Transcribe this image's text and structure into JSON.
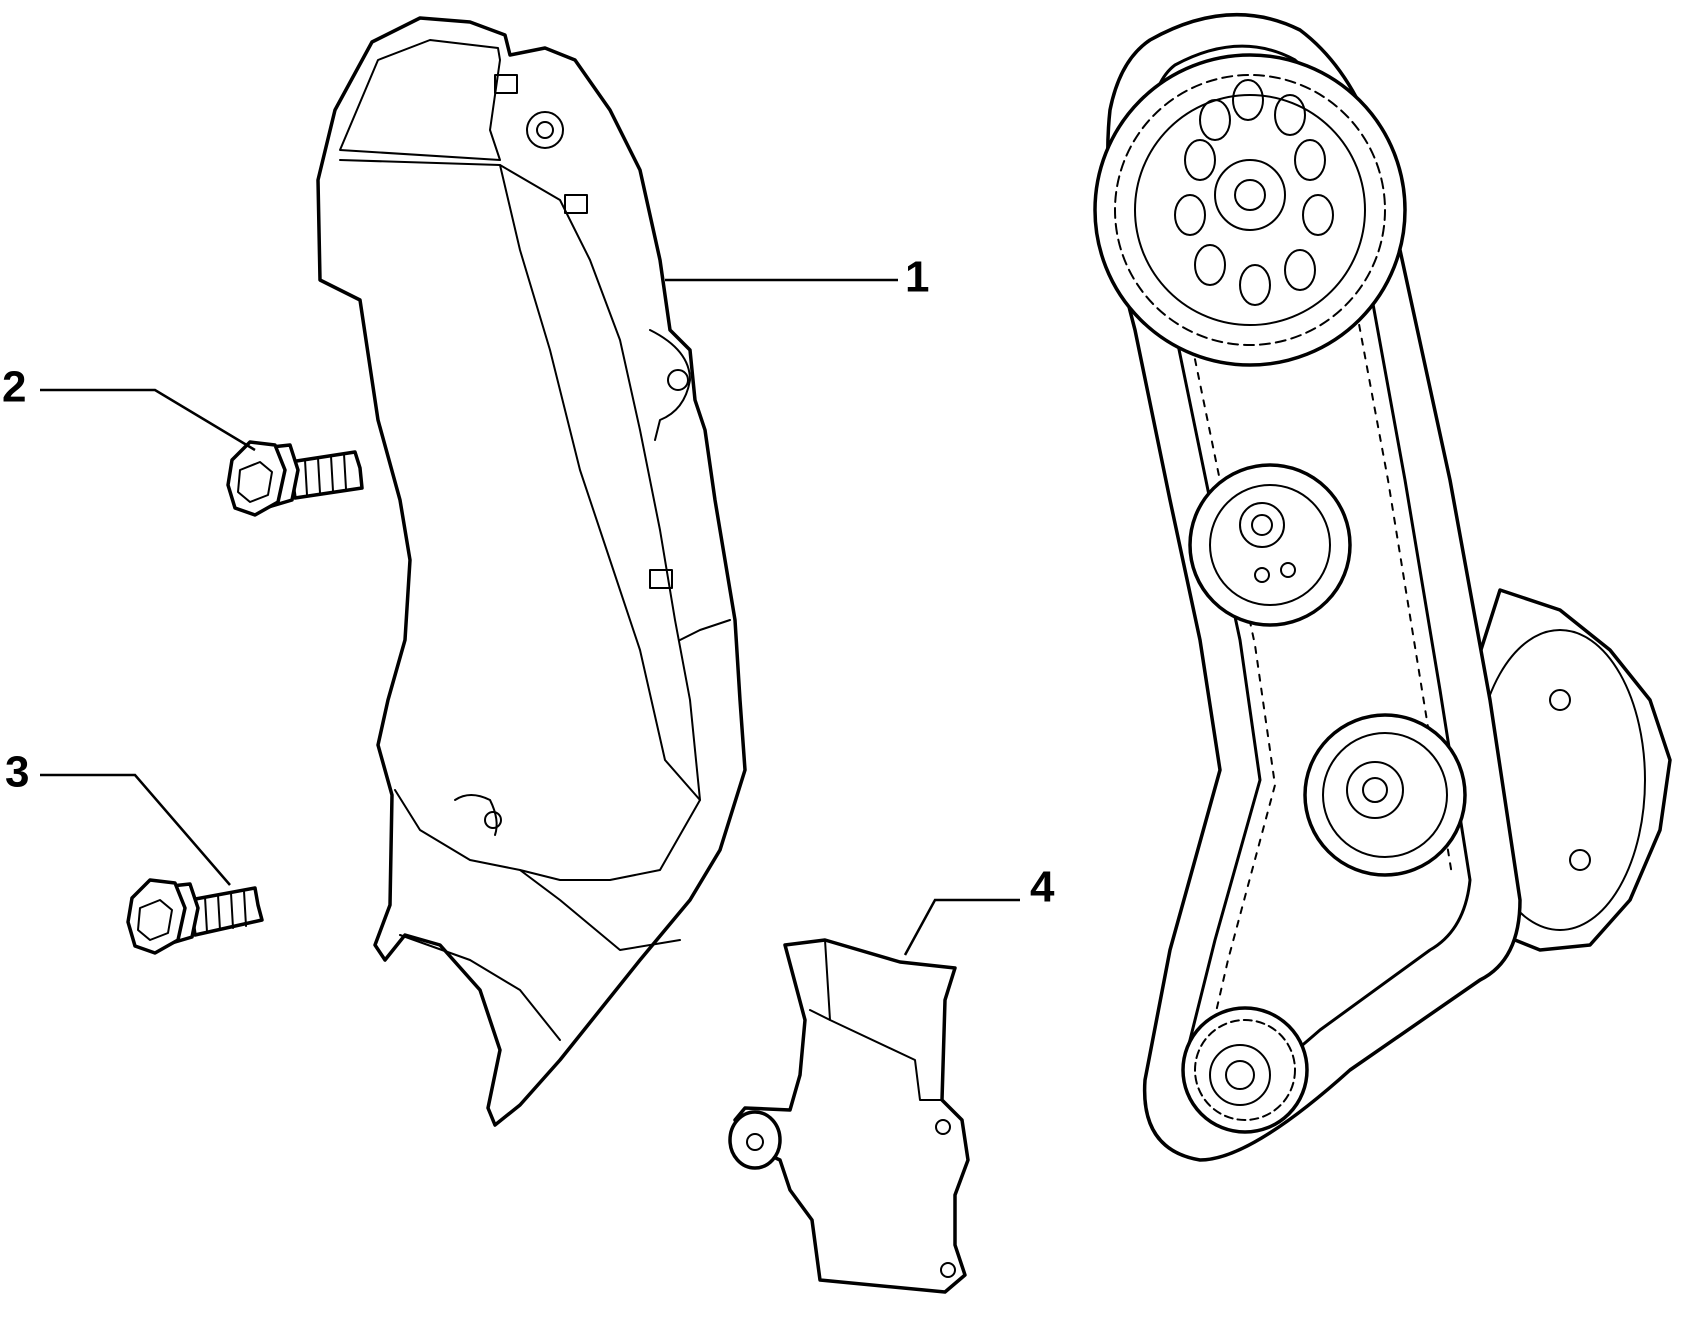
{
  "callouts": [
    {
      "id": "1",
      "label": "1"
    },
    {
      "id": "2",
      "label": "2"
    },
    {
      "id": "3",
      "label": "3"
    },
    {
      "id": "4",
      "label": "4"
    }
  ],
  "colors": {
    "ink": "#000000",
    "background": "#ffffff"
  }
}
